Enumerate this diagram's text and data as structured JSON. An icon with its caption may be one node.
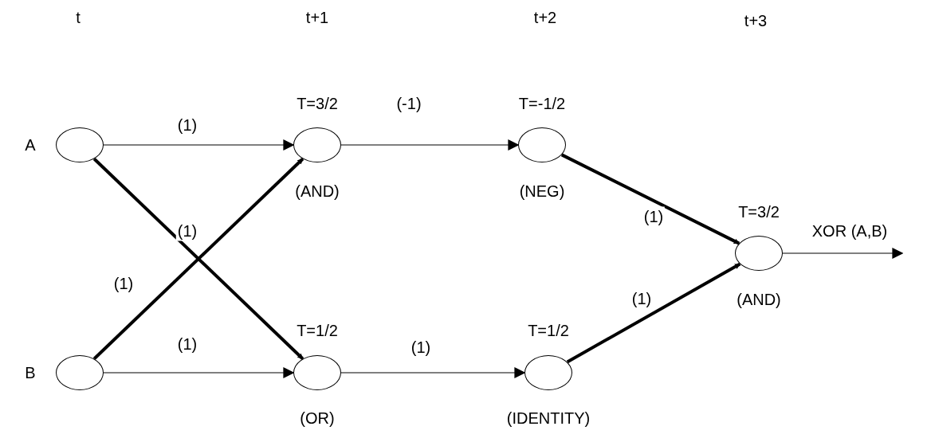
{
  "diagram": {
    "nodes": [
      {
        "text": [],
        "shape": "ellipse",
        "beside": [
          "A"
        ]
      },
      {
        "text": [],
        "shape": "ellipse",
        "beside": [
          "B"
        ]
      },
      {
        "text": [],
        "shape": "ellipse",
        "beside": [
          "T=3/2",
          "(AND)"
        ]
      },
      {
        "text": [],
        "shape": "ellipse",
        "beside": [
          "T=1/2",
          "(OR)"
        ]
      },
      {
        "text": [],
        "shape": "ellipse",
        "beside": [
          "T=-1/2",
          "(NEG)"
        ]
      },
      {
        "text": [],
        "shape": "ellipse",
        "beside": [
          "T=1/2",
          "(IDENTITY)"
        ]
      },
      {
        "text": [],
        "shape": "ellipse",
        "beside": [
          "T=3/2",
          "(AND)"
        ]
      }
    ],
    "edges": [
      {
        "from": 0,
        "to": 2,
        "arrow": "to",
        "label": "(1)"
      },
      {
        "from": 0,
        "to": 3,
        "arrow": "to",
        "label": "(1)",
        "style": "thick"
      },
      {
        "from": 1,
        "to": 2,
        "arrow": "to",
        "label": "(1)",
        "style": "thick"
      },
      {
        "from": 1,
        "to": 3,
        "arrow": "to",
        "label": "(1)"
      },
      {
        "from": 2,
        "to": 4,
        "arrow": "to",
        "label": "(-1)"
      },
      {
        "from": 3,
        "to": 5,
        "arrow": "to",
        "label": "(1)"
      },
      {
        "from": 4,
        "to": 6,
        "arrow": "to",
        "label": "(1)",
        "style": "thick"
      },
      {
        "from": 5,
        "to": 6,
        "arrow": "to",
        "label": "(1)",
        "style": "thick"
      },
      {
        "from": 6,
        "to": null,
        "arrow": "to",
        "label": "XOR (A,B)"
      }
    ],
    "labels": [
      "t",
      "t+1",
      "t+2",
      "t+3"
    ]
  }
}
